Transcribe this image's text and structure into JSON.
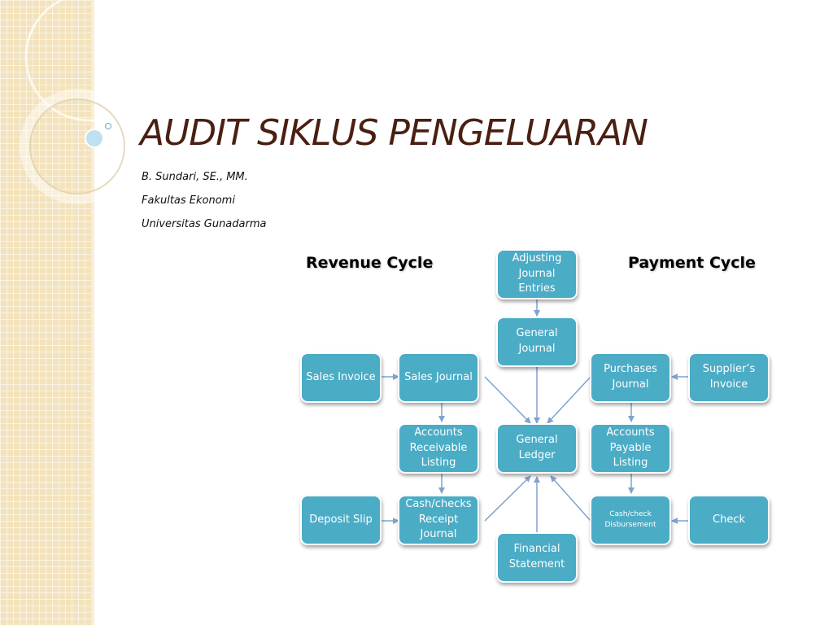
{
  "slide": {
    "title": "AUDIT SIKLUS PENGELUARAN",
    "subtitle_lines": [
      "B. Sundari, SE., MM.",
      "Fakultas Ekonomi",
      "Universitas Gunadarma"
    ]
  },
  "diagram": {
    "headings": {
      "revenue": "Revenue Cycle",
      "payment": "Payment Cycle"
    },
    "nodes": {
      "adjusting_journal_entries": "Adjusting Journal Entries",
      "general_journal": "General Journal",
      "sales_invoice": "Sales Invoice",
      "sales_journal": "Sales Journal",
      "purchases_journal": "Purchases Journal",
      "suppliers_invoice": "Supplier’s Invoice",
      "accounts_receivable_listing": "Accounts Receivable Listing",
      "general_ledger": "General Ledger",
      "accounts_payable_listing": "Accounts Payable Listing",
      "deposit_slip": "Deposit Slip",
      "cash_checks_receipt_journal": "Cash/checks Receipt Journal",
      "cash_check_disbursement": "Cash/check Disbursement",
      "check": "Check",
      "financial_statement": "Financial Statement"
    },
    "colors": {
      "box_fill": "#4bacc6",
      "arrow": "#7fa3cf",
      "title": "#4a1f12"
    }
  }
}
